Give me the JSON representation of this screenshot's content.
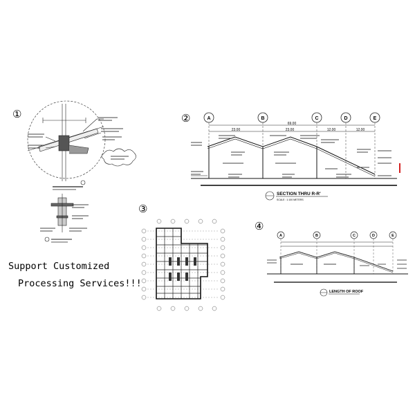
{
  "panels": [
    {
      "number": "①"
    },
    {
      "number": "②"
    },
    {
      "number": "③"
    },
    {
      "number": "④"
    }
  ],
  "section": {
    "title": "SECTION THRU R-R'",
    "scale": "SCALE : 1:100 METERS",
    "gridlines": [
      "A",
      "B",
      "C",
      "D",
      "E"
    ],
    "dims": [
      "23.00",
      "23.00",
      "12.00",
      "12.00"
    ],
    "overall": "69.00"
  },
  "roof": {
    "title": "LENGTH OF ROOF",
    "gridlines": [
      "A",
      "B",
      "C",
      "D",
      "E"
    ]
  },
  "overlay": {
    "line1": "Support Customized",
    "line2": "Processing Services!!!"
  }
}
